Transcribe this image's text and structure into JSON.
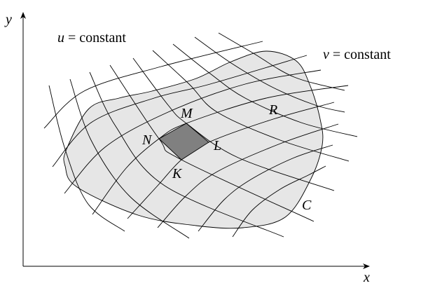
{
  "labels": {
    "y_axis": "y",
    "x_axis": "x",
    "u_var": "u",
    "u_rest": " = constant",
    "v_var": "v",
    "v_rest": " = constant",
    "point_m": "M",
    "point_n": "N",
    "point_l": "L",
    "point_k": "K",
    "region": "R",
    "curve": "C"
  },
  "colors": {
    "region_fill": "#e6e6e6",
    "element_fill": "#808080",
    "line": "#000000"
  }
}
